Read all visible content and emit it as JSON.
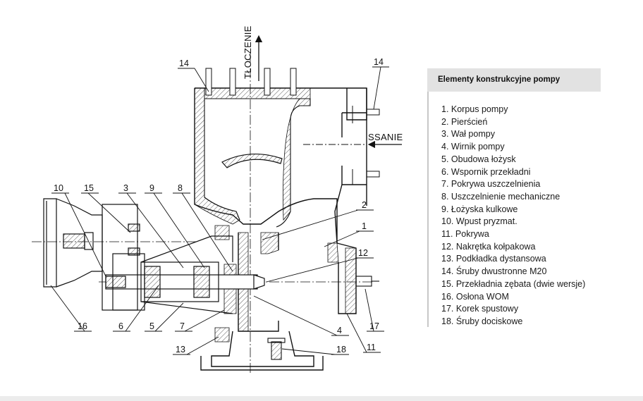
{
  "drawing": {
    "outlet_label": "TŁOCZENIE",
    "inlet_label": "SSANIE",
    "callouts": [
      "1",
      "2",
      "3",
      "4",
      "5",
      "6",
      "7",
      "8",
      "9",
      "10",
      "11",
      "12",
      "13",
      "14",
      "14",
      "15",
      "16",
      "17",
      "18"
    ]
  },
  "legend": {
    "title": "Elementy konstrukcyjne pompy",
    "items": [
      "1. Korpus pompy",
      "2. Pierścień",
      "3. Wał pompy",
      "4. Wirnik pompy",
      "5. Obudowa łożysk",
      "6. Wspornik przekładni",
      "7. Pokrywa uszczelnienia",
      "8. Uszczelnienie mechaniczne",
      "9. Łożyska kulkowe",
      "10. Wpust pryzmat.",
      "11. Pokrywa",
      "12. Nakrętka kołpakowa",
      "13. Podkładka dystansowa",
      "14. Śruby dwustronne M20",
      "15. Przekładnia zębata (dwie wersje)",
      "16. Osłona WOM",
      "17. Korek spustowy",
      "18. Śruby dociskowe"
    ]
  }
}
